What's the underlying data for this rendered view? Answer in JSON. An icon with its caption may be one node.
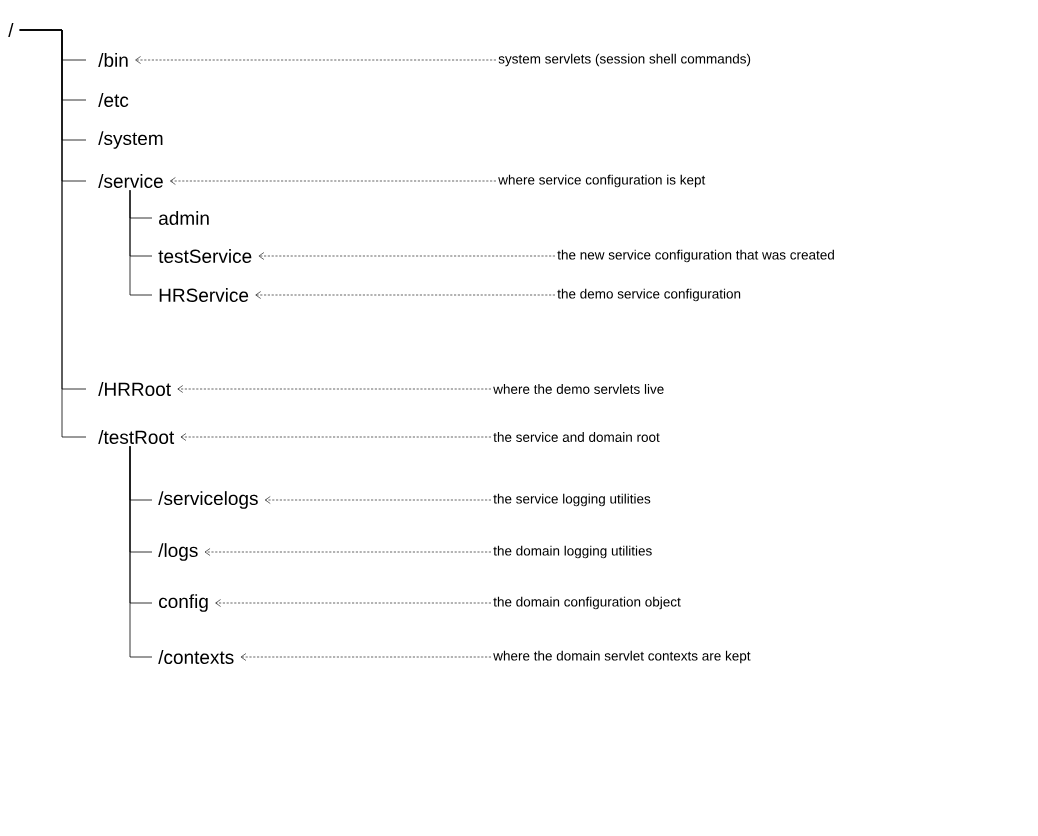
{
  "diagram": {
    "nodes": [
      {
        "text": [
          "/"
        ]
      },
      {
        "text": [
          "/bin"
        ]
      },
      {
        "text": [
          "system servlets (session shell commands)"
        ]
      },
      {
        "text": [
          "/etc"
        ]
      },
      {
        "text": [
          "/system"
        ]
      },
      {
        "text": [
          "/service"
        ]
      },
      {
        "text": [
          "where service configuration is kept"
        ]
      },
      {
        "text": [
          "admin"
        ]
      },
      {
        "text": [
          "testService"
        ]
      },
      {
        "text": [
          "the new service configuration that was created"
        ]
      },
      {
        "text": [
          "HRService"
        ]
      },
      {
        "text": [
          "the demo service configuration"
        ]
      },
      {
        "text": [
          "/HRRoot"
        ]
      },
      {
        "text": [
          "where the demo servlets live"
        ]
      },
      {
        "text": [
          "/testRoot"
        ]
      },
      {
        "text": [
          "the service and domain root"
        ]
      },
      {
        "text": [
          "/servicelogs"
        ]
      },
      {
        "text": [
          "the service logging utilities"
        ]
      },
      {
        "text": [
          "/logs"
        ]
      },
      {
        "text": [
          "the domain logging utilities"
        ]
      },
      {
        "text": [
          "config"
        ]
      },
      {
        "text": [
          "the domain configuration object"
        ]
      },
      {
        "text": [
          "/contexts"
        ]
      },
      {
        "text": [
          "where the domain servlet contexts are kept"
        ]
      }
    ],
    "edges": [
      {
        "from": 0,
        "to": 1,
        "arrow": "none"
      },
      {
        "from": 0,
        "to": 3,
        "arrow": "none"
      },
      {
        "from": 0,
        "to": 4,
        "arrow": "none"
      },
      {
        "from": 0,
        "to": 5,
        "arrow": "none"
      },
      {
        "from": 0,
        "to": 12,
        "arrow": "none"
      },
      {
        "from": 0,
        "to": 14,
        "arrow": "none"
      },
      {
        "from": 5,
        "to": 7,
        "arrow": "none"
      },
      {
        "from": 5,
        "to": 8,
        "arrow": "none"
      },
      {
        "from": 5,
        "to": 10,
        "arrow": "none"
      },
      {
        "from": 14,
        "to": 16,
        "arrow": "none"
      },
      {
        "from": 14,
        "to": 18,
        "arrow": "none"
      },
      {
        "from": 14,
        "to": 20,
        "arrow": "none"
      },
      {
        "from": 14,
        "to": 22,
        "arrow": "none"
      },
      {
        "from": 2,
        "to": 1,
        "arrow": "to",
        "style": "dashed"
      },
      {
        "from": 6,
        "to": 5,
        "arrow": "to",
        "style": "dashed"
      },
      {
        "from": 9,
        "to": 8,
        "arrow": "to",
        "style": "dashed"
      },
      {
        "from": 11,
        "to": 10,
        "arrow": "to",
        "style": "dashed"
      },
      {
        "from": 13,
        "to": 12,
        "arrow": "to",
        "style": "dashed"
      },
      {
        "from": 15,
        "to": 14,
        "arrow": "to",
        "style": "dashed"
      },
      {
        "from": 17,
        "to": 16,
        "arrow": "to",
        "style": "dashed"
      },
      {
        "from": 19,
        "to": 18,
        "arrow": "to",
        "style": "dashed"
      },
      {
        "from": 21,
        "to": 20,
        "arrow": "to",
        "style": "dashed"
      },
      {
        "from": 23,
        "to": 22,
        "arrow": "to",
        "style": "dashed"
      }
    ]
  }
}
